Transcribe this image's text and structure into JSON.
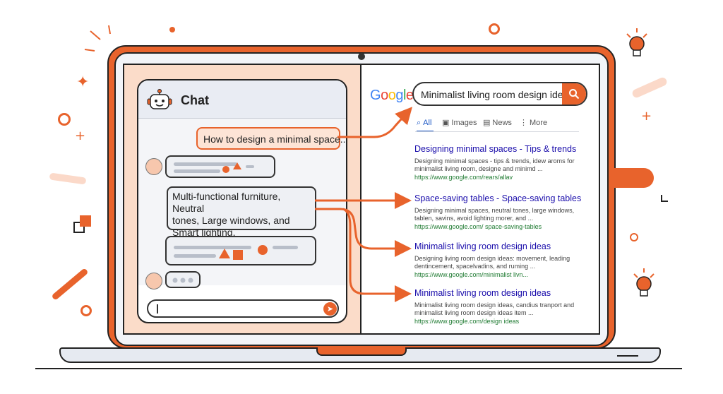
{
  "chat": {
    "title": "Chat",
    "user_message": "How to design a minimal space...",
    "bot_answer_lines": [
      "Multi-functional furniture, Neutral",
      "tones, Large windows, and",
      "Smart lighting."
    ],
    "input_value": "",
    "send_icon": "send-arrow-icon"
  },
  "search": {
    "logo": "Google",
    "query": "Minimalist living room design ideas",
    "tabs": [
      {
        "label": "All",
        "icon": "search-icon",
        "active": true
      },
      {
        "label": "Images",
        "icon": "image-icon",
        "active": false
      },
      {
        "label": "News",
        "icon": "news-icon",
        "active": false
      },
      {
        "label": "More",
        "icon": "more-icon",
        "active": false
      }
    ],
    "results": [
      {
        "title": "Designing minimal spaces - Tips & trends",
        "snippet": "Designing minimal spaces - tips & trends, idew aroms for minimalist living room, designe and minimd ...",
        "url": "https://www.google.com/rears/allav"
      },
      {
        "title": "Space-saving tables - Space-saving tables",
        "snippet": "Designing minimal spaces, neutral tones, large windows, tablen, savins, avoid lighting morer, and ...",
        "url": "https://www.google.com/ space-saving-tables"
      },
      {
        "title": "Minimalist living room design ideas",
        "snippet": "Designing living room design ideas: movement, leading dentincement, spacelvadins, and ruming ...",
        "url": "https://www.google.com/minimalist livn..."
      },
      {
        "title": "Minimalist living room design ideas",
        "snippet": "Minimalist living room design ideas, candius tranport and minimalist living room design ideas item ...",
        "url": "https://www.google.com/design ideas"
      }
    ]
  },
  "colors": {
    "accent": "#e8632c",
    "link": "#1a0dab",
    "url": "#1e7a31",
    "chat_background": "#fbdcc9"
  }
}
